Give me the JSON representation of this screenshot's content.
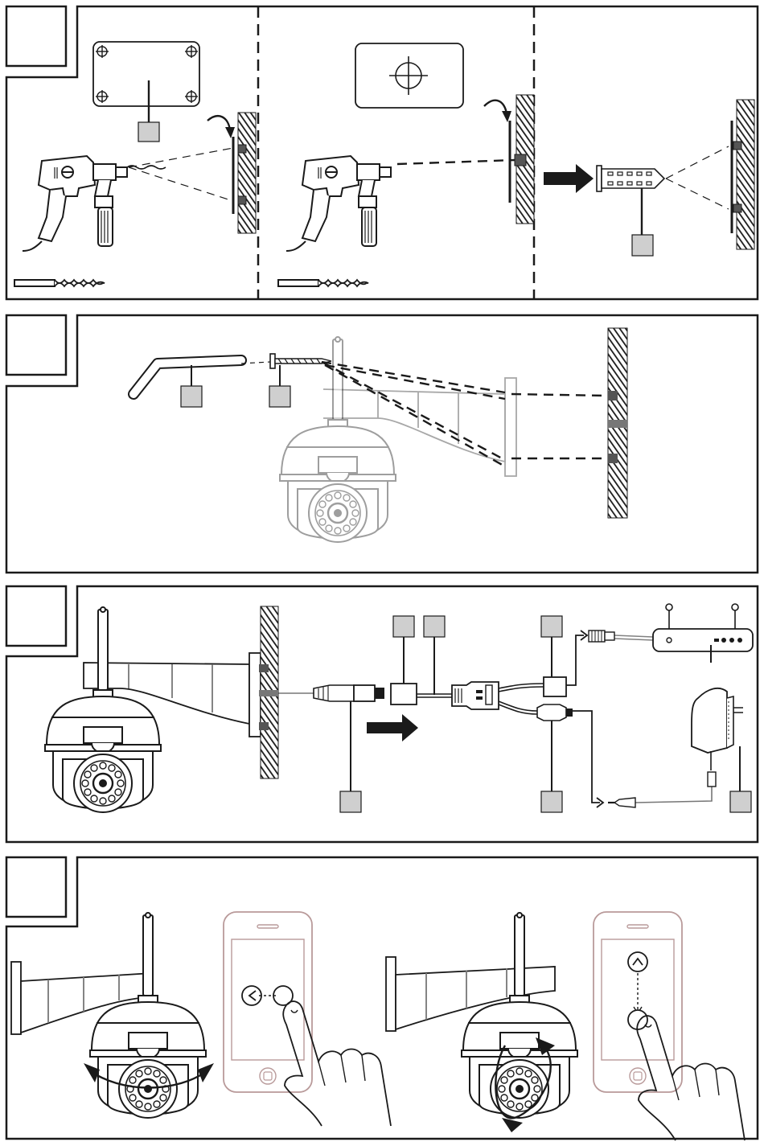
{
  "manual": {
    "panels": [
      {
        "id": "drilling",
        "step_label": "",
        "columns": 3
      },
      {
        "id": "bracket-mounting",
        "step_label": ""
      },
      {
        "id": "cable-connection",
        "step_label": ""
      },
      {
        "id": "pan-tilt-control",
        "step_label": ""
      }
    ],
    "callouts": {
      "drilling": [
        "",
        "",
        ""
      ],
      "bracket-mounting": [
        "",
        ""
      ],
      "cable-connection": [
        "",
        "",
        "",
        "",
        "",
        ""
      ]
    },
    "icons": [
      "drill-icon",
      "drill-bit-icon",
      "wall-icon",
      "wall-plug-icon",
      "template-icon",
      "hex-key-icon",
      "screw-icon",
      "camera-icon",
      "bracket-icon",
      "ethernet-plug-icon",
      "router-icon",
      "power-adapter-icon",
      "phone-icon",
      "hand-icon",
      "arrow-icon"
    ],
    "colors": {
      "ink": "#1a1a1a",
      "callout_fill": "#cfcfcf",
      "light_line": "#a8a8a8",
      "background": "#ffffff"
    }
  }
}
